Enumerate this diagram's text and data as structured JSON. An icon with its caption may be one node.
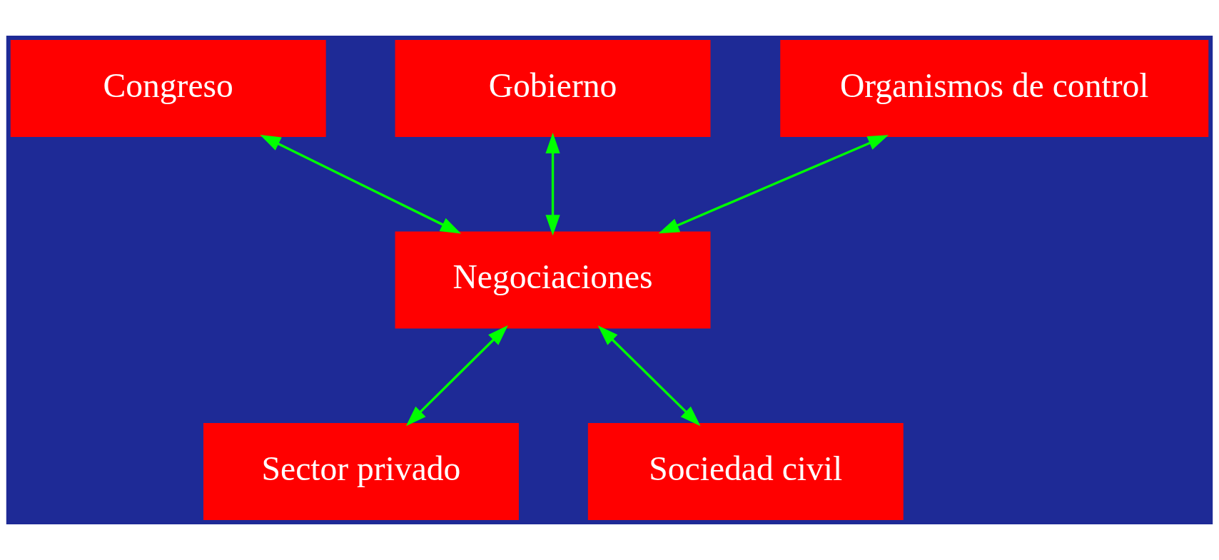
{
  "diagram": {
    "nodes": [
      {
        "text": [
          "Congreso"
        ]
      },
      {
        "text": [
          "Gobierno"
        ]
      },
      {
        "text": [
          "Organismos de control"
        ]
      },
      {
        "text": [
          "Negociaciones"
        ]
      },
      {
        "text": [
          "Sector privado"
        ]
      },
      {
        "text": [
          "Sociedad civil"
        ]
      }
    ],
    "edges": [
      {
        "from": 0,
        "to": 3,
        "arrow": "both"
      },
      {
        "from": 1,
        "to": 3,
        "arrow": "both"
      },
      {
        "from": 2,
        "to": 3,
        "arrow": "both"
      },
      {
        "from": 3,
        "to": 4,
        "arrow": "both"
      },
      {
        "from": 3,
        "to": 5,
        "arrow": "both"
      }
    ]
  }
}
